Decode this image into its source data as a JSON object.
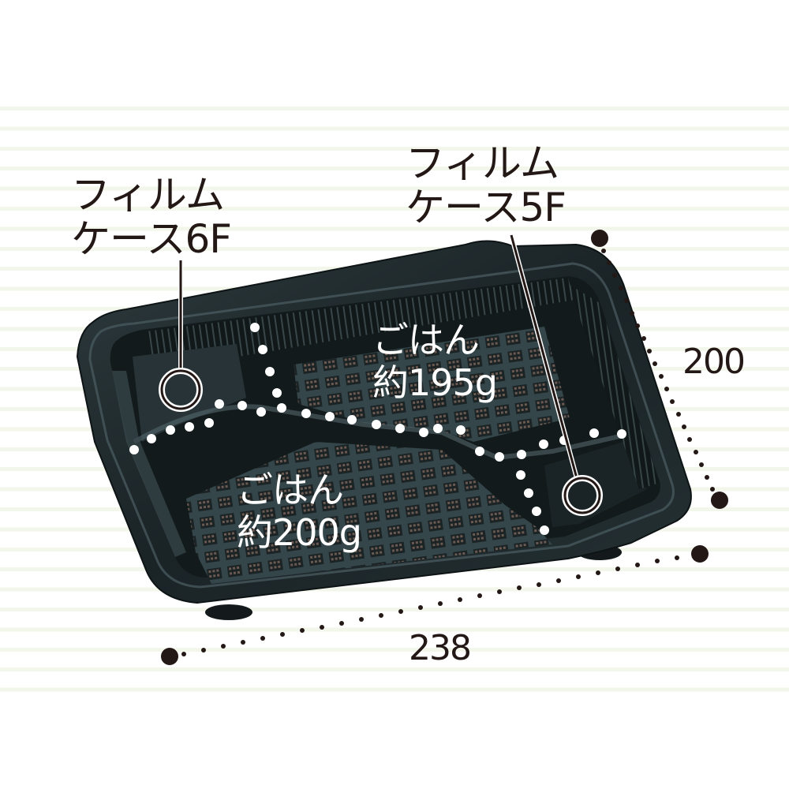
{
  "product": {
    "type": "bento-tray",
    "color": "#1f2a2c"
  },
  "callouts": {
    "film_case_left": {
      "line1": "フィルム",
      "line2": "ケース6F"
    },
    "film_case_right": {
      "line1": "フィルム",
      "line2": "ケース5F"
    },
    "rice_upper": {
      "line1": "ごはん",
      "line2": "約195g"
    },
    "rice_lower": {
      "line1": "ごはん",
      "line2": "約200g"
    }
  },
  "dimensions": {
    "width": "238",
    "depth": "200"
  },
  "colors": {
    "text_dark": "#231815",
    "text_light": "#ffffff",
    "stripe": "#f3f6ea",
    "background": "#ffffff",
    "tray_body": "#1f2a2c",
    "tray_highlight": "#4a5f63",
    "divider_dots": "#ffffff"
  }
}
